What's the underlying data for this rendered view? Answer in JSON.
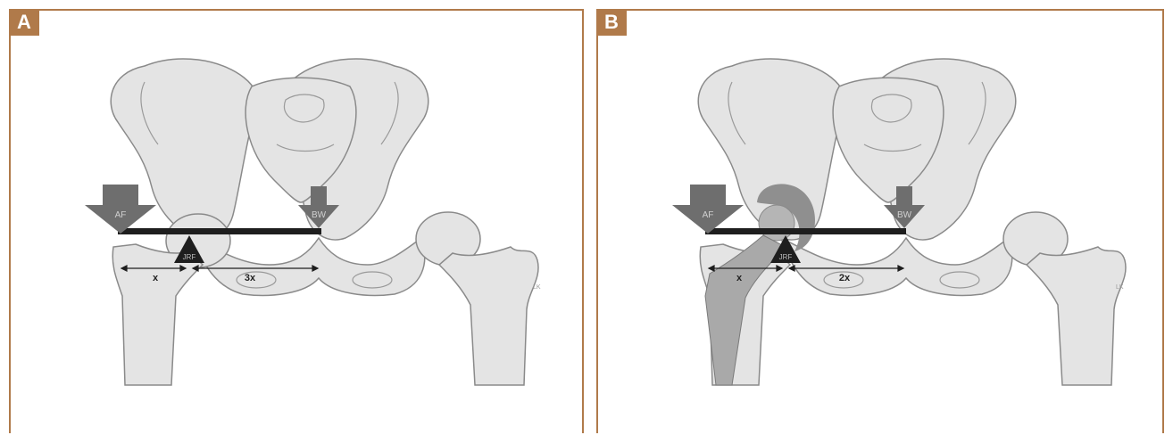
{
  "panels": [
    {
      "letter": "A",
      "labels": {
        "af": "AF",
        "bw": "BW",
        "jrf": "JRF",
        "x": "x",
        "y": "3x",
        "corner": "LK"
      }
    },
    {
      "letter": "B",
      "labels": {
        "af": "AF",
        "bw": "BW",
        "jrf": "JRF",
        "x": "x",
        "y": "2x",
        "corner": "LK"
      }
    }
  ],
  "colors": {
    "frame": "#b07a4a",
    "bone": "#e4e4e4",
    "bone_outline": "#888888",
    "arrow": "#6e6e6e",
    "beam": "#1e1e1e",
    "implant": "#a9a9a9"
  }
}
